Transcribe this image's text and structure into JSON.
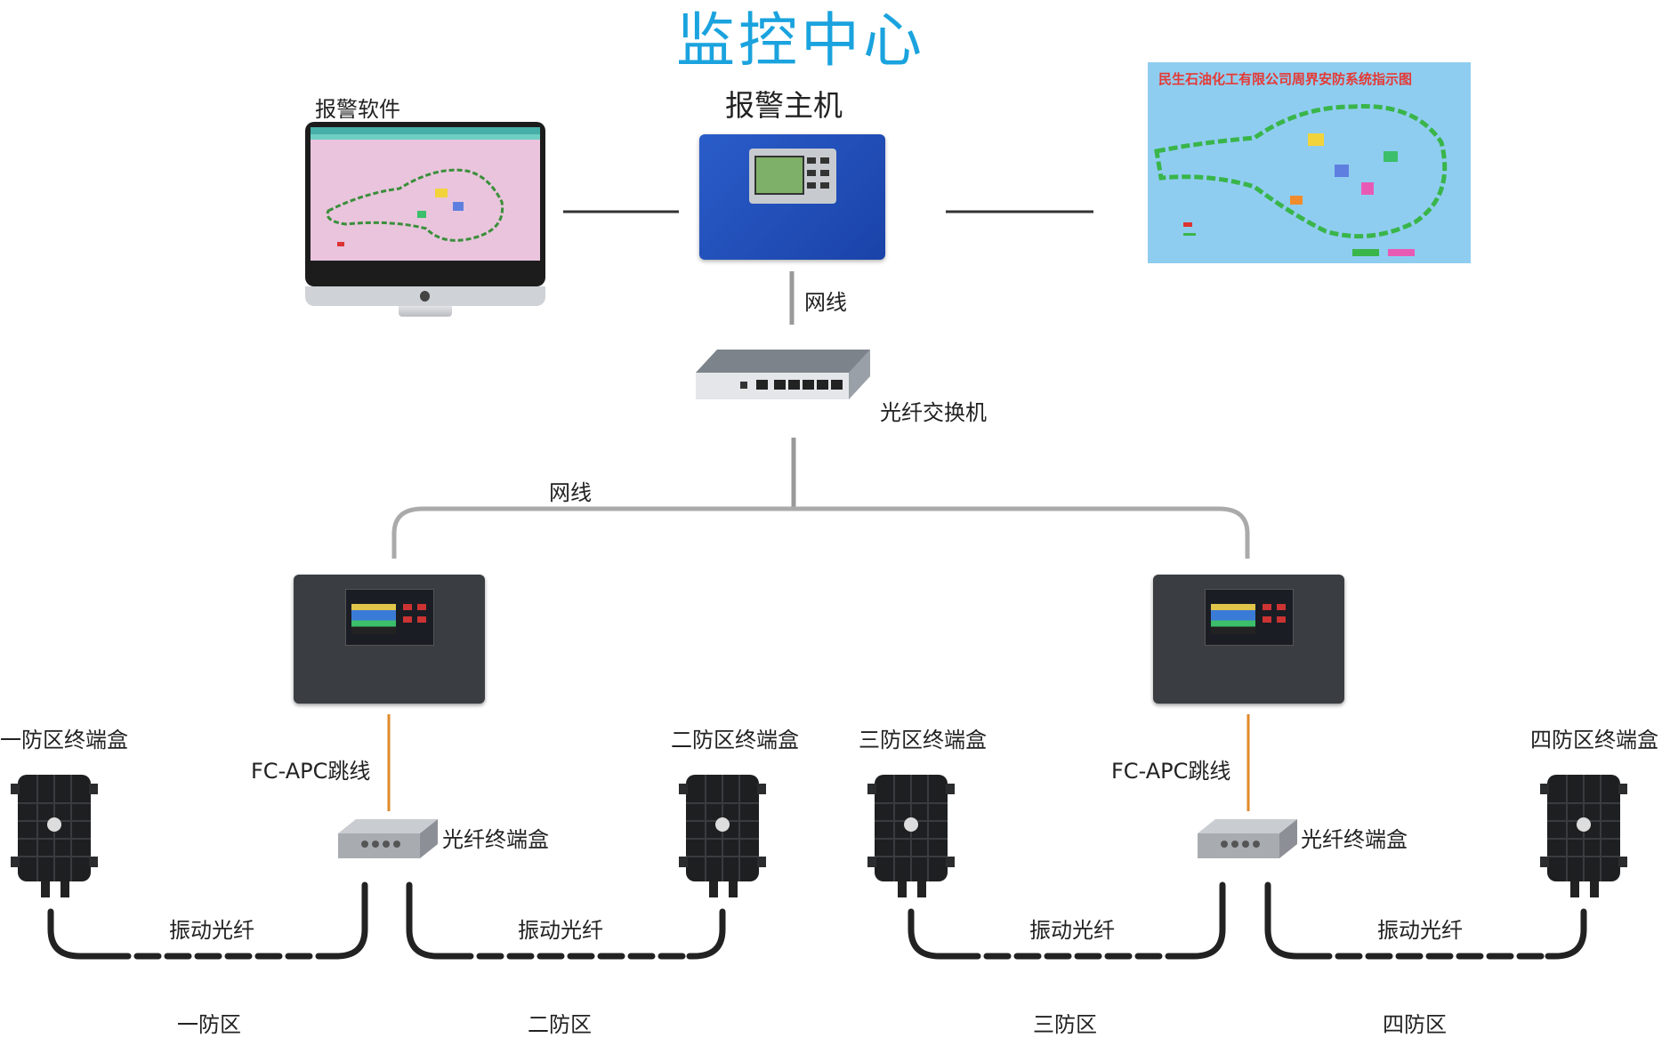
{
  "title": "监控中心",
  "labels": {
    "alarm_software": "报警软件",
    "alarm_host": "报警主机",
    "net_cable_top": "网线",
    "switch": "光纤交换机",
    "net_cable_mid": "网线",
    "fc_apc_left": "FC-APC跳线",
    "fc_apc_right": "FC-APC跳线",
    "fiber_box_left": "光纤终端盒",
    "fiber_box_right": "光纤终端盒",
    "vib_fiber_1": "振动光纤",
    "vib_fiber_2": "振动光纤",
    "vib_fiber_3": "振动光纤",
    "vib_fiber_4": "振动光纤"
  },
  "terminals": [
    {
      "label": "一防区终端盒"
    },
    {
      "label": "二防区终端盒"
    },
    {
      "label": "三防区终端盒"
    },
    {
      "label": "四防区终端盒"
    }
  ],
  "zones": [
    {
      "label": "一防区"
    },
    {
      "label": "二防区"
    },
    {
      "label": "三防区"
    },
    {
      "label": "四防区"
    }
  ],
  "map_panel": {
    "title": "民生石油化工有限公司周界安防系统指示图"
  },
  "colors": {
    "title": "#1aa3de",
    "patch_cord": "#e08a2a",
    "host_blue": "#1f4fb8"
  }
}
